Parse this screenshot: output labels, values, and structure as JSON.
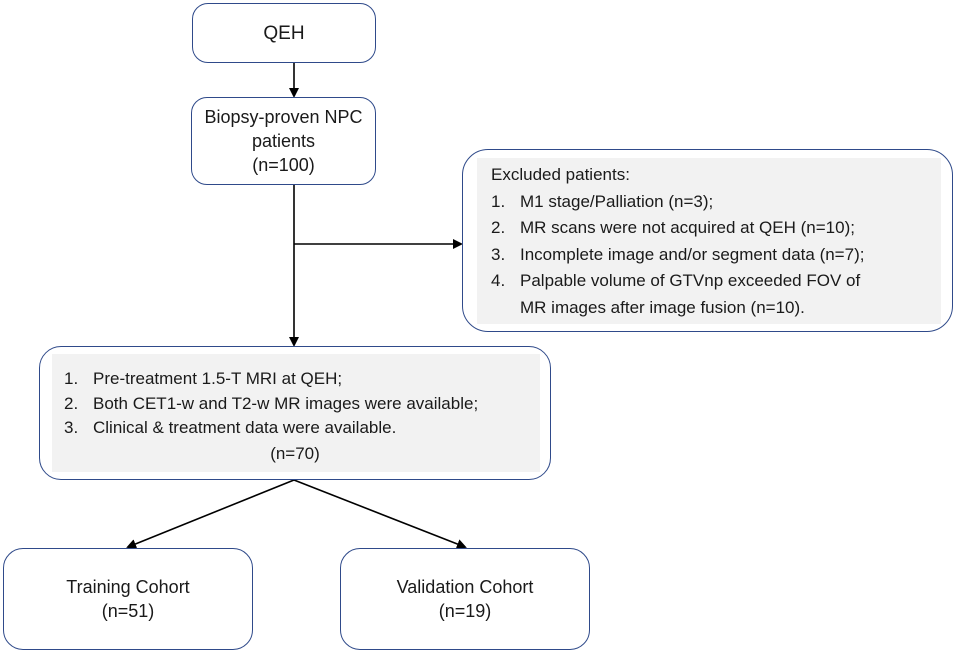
{
  "source_box": {
    "label": "QEH"
  },
  "biopsy_box": {
    "line1": "Biopsy-proven NPC",
    "line2": "patients",
    "count": "(n=100)"
  },
  "excluded_box": {
    "heading": "Excluded patients:",
    "items": [
      {
        "num": "1.",
        "text": "M1 stage/Palliation (n=3);"
      },
      {
        "num": "2.",
        "text": "MR scans were not acquired at QEH (n=10);"
      },
      {
        "num": "3.",
        "text": "Incomplete image and/or segment data (n=7);"
      },
      {
        "num": "4.",
        "text": "Palpable volume of GTVnp exceeded FOV of",
        "cont": "MR images after image fusion (n=10)."
      }
    ]
  },
  "criteria_box": {
    "items": [
      {
        "num": "1.",
        "text": "Pre-treatment 1.5-T MRI at QEH;"
      },
      {
        "num": "2.",
        "text": "Both CET1-w and T2-w MR images were available;"
      },
      {
        "num": "3.",
        "text": "Clinical & treatment data were available."
      }
    ],
    "count": "(n=70)"
  },
  "training_box": {
    "label": "Training Cohort",
    "count": "(n=51)"
  },
  "validation_box": {
    "label": "Validation Cohort",
    "count": "(n=19)"
  },
  "colors": {
    "box_border": "#2f4a8a",
    "box_shade": "#f2f2f2",
    "arrow": "#000000",
    "text": "#1a1a1a"
  }
}
